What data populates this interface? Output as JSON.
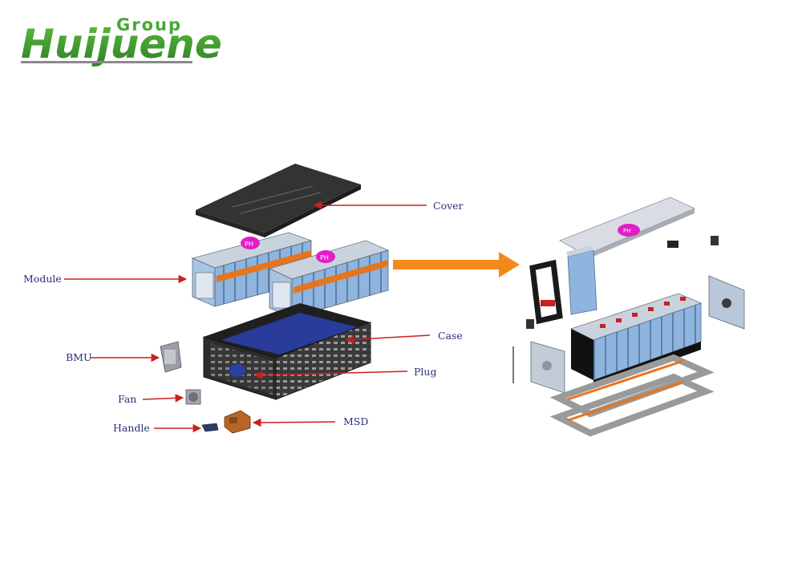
{
  "logo": {
    "brand": "Huijuene",
    "group": "Group",
    "colors": {
      "green_top": "#5cbf3a",
      "green_bottom": "#2f7d2a",
      "grey": "#8a8a8a"
    }
  },
  "labels": {
    "cover": "Cover",
    "module": "Module",
    "case": "Case",
    "bmu": "BMU",
    "plug": "Plug",
    "fan": "Fan",
    "msd": "MSD",
    "handle": "Handle"
  },
  "module_badge": "PH",
  "colors": {
    "arrow_red": "#cc1f1f",
    "arrow_orange": "#f28a1b",
    "label_text": "#2a2f7a",
    "module_blue": "#8fb4dd",
    "module_stripe": "#e8741d",
    "badge_magenta": "#e21dc7",
    "case_dark": "#2b2b2b",
    "cover_dark": "#333333"
  }
}
